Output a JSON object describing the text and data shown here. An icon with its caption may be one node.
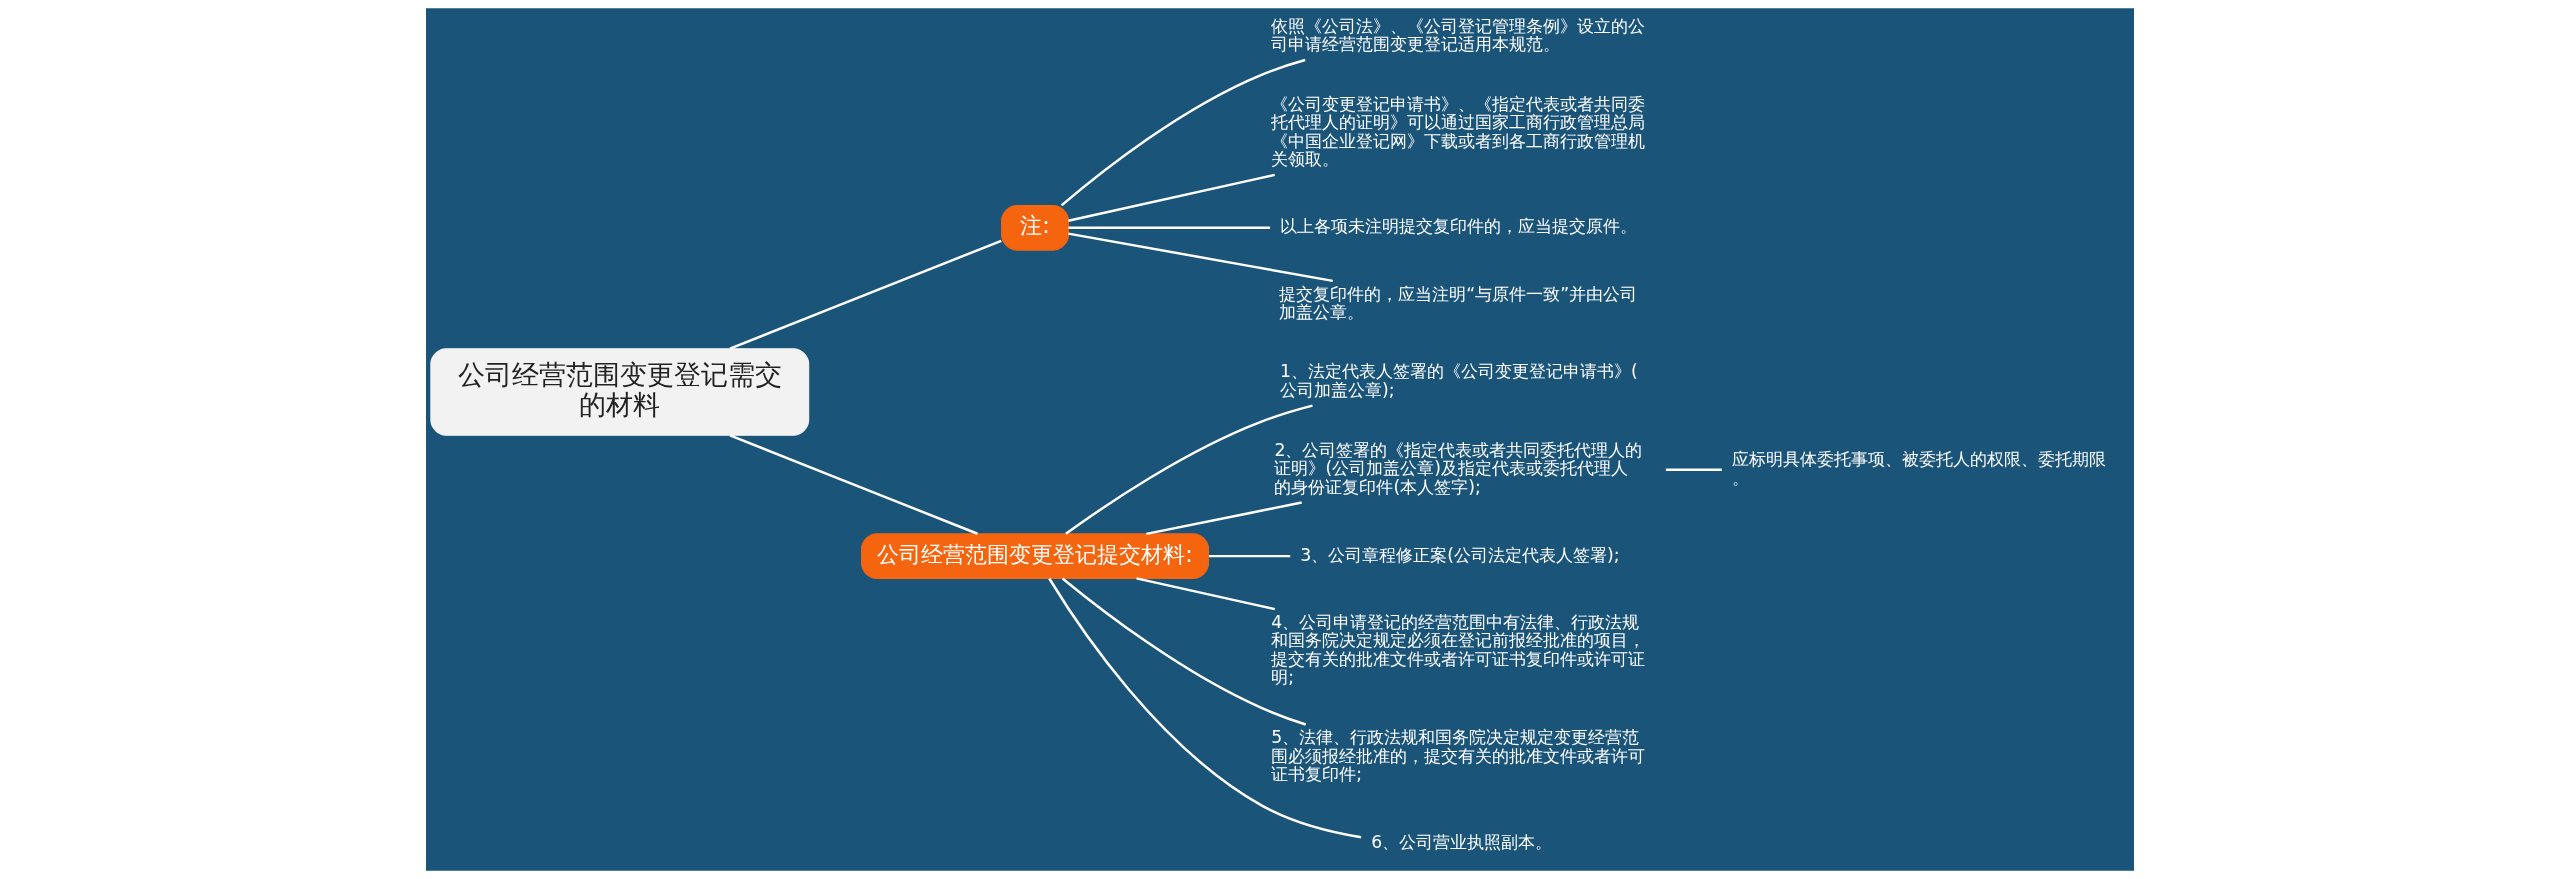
{
  "diagram": {
    "nodes": [
      {
        "text": [
          "公司经营范围变更登记需交的材料"
        ]
      },
      {
        "text": [
          "注:"
        ]
      },
      {
        "text": [
          "依照《公司法》、《公司登记管理条例》设立的公司申请经营范围变更登记适用本规范。"
        ]
      },
      {
        "text": [
          "《公司变更登记申请书》、《指定代表或者共同委托代理人的证明》可以通过国家工商行政管理总局《中国企业登记网》下载或者到各工商行政管理机关领取。"
        ]
      },
      {
        "text": [
          "以上各项未注明提交复印件的，应当提交原件。"
        ]
      },
      {
        "text": [
          "提交复印件的，应当注明“与原件一致”并由公司加盖公章。"
        ]
      },
      {
        "text": [
          "公司经营范围变更登记提交材料:"
        ]
      },
      {
        "text": [
          "1、法定代表人签署的《公司变更登记申请书》(公司加盖公章);"
        ]
      },
      {
        "text": [
          "2、公司签署的《指定代表或者共同委托代理人的证明》(公司加盖公章)及指定代表或委托代理人的身份证复印件(本人签字);"
        ]
      },
      {
        "text": [
          "3、公司章程修正案(公司法定代表人签署);"
        ]
      },
      {
        "text": [
          "4、公司申请登记的经营范围中有法律、行政法规和国务院决定规定必须在登记前报经批准的项目，提交有关的批准文件或者许可证书复印件或许可证明;"
        ]
      },
      {
        "text": [
          "5、法律、行政法规和国务院决定规定变更经营范围必须报经批准的，提交有关的批准文件或者许可证书复印件;"
        ]
      },
      {
        "text": [
          "6、公司营业执照副本。"
        ]
      },
      {
        "text": [
          "应标明具体委托事项、被委托人的权限、委托期限。"
        ]
      }
    ],
    "edges": [
      {
        "from": 0,
        "to": 1,
        "arrow": "none"
      },
      {
        "from": 1,
        "to": 2,
        "arrow": "none"
      },
      {
        "from": 1,
        "to": 3,
        "arrow": "none"
      },
      {
        "from": 1,
        "to": 4,
        "arrow": "none"
      },
      {
        "from": 1,
        "to": 5,
        "arrow": "none"
      },
      {
        "from": 0,
        "to": 6,
        "arrow": "none"
      },
      {
        "from": 6,
        "to": 7,
        "arrow": "none"
      },
      {
        "from": 6,
        "to": 8,
        "arrow": "none"
      },
      {
        "from": 6,
        "to": 9,
        "arrow": "none"
      },
      {
        "from": 6,
        "to": 10,
        "arrow": "none"
      },
      {
        "from": 6,
        "to": 11,
        "arrow": "none"
      },
      {
        "from": 6,
        "to": 12,
        "arrow": "none"
      },
      {
        "from": 8,
        "to": 13,
        "arrow": "none"
      }
    ]
  }
}
